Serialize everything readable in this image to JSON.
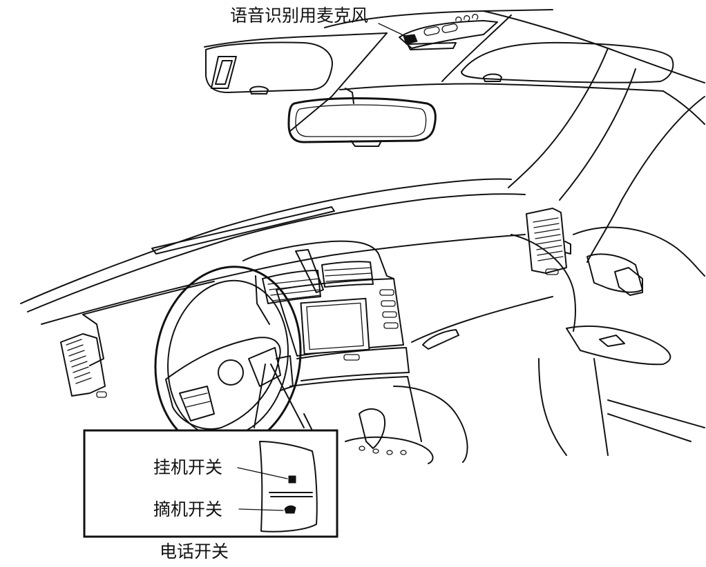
{
  "labels": {
    "microphone": "语音识别用麦克风",
    "hang_up_switch": "挂机开关",
    "pick_up_switch": "摘机开关",
    "phone_switch": "电话开关"
  },
  "colors": {
    "line": "#111111",
    "background": "#ffffff"
  }
}
